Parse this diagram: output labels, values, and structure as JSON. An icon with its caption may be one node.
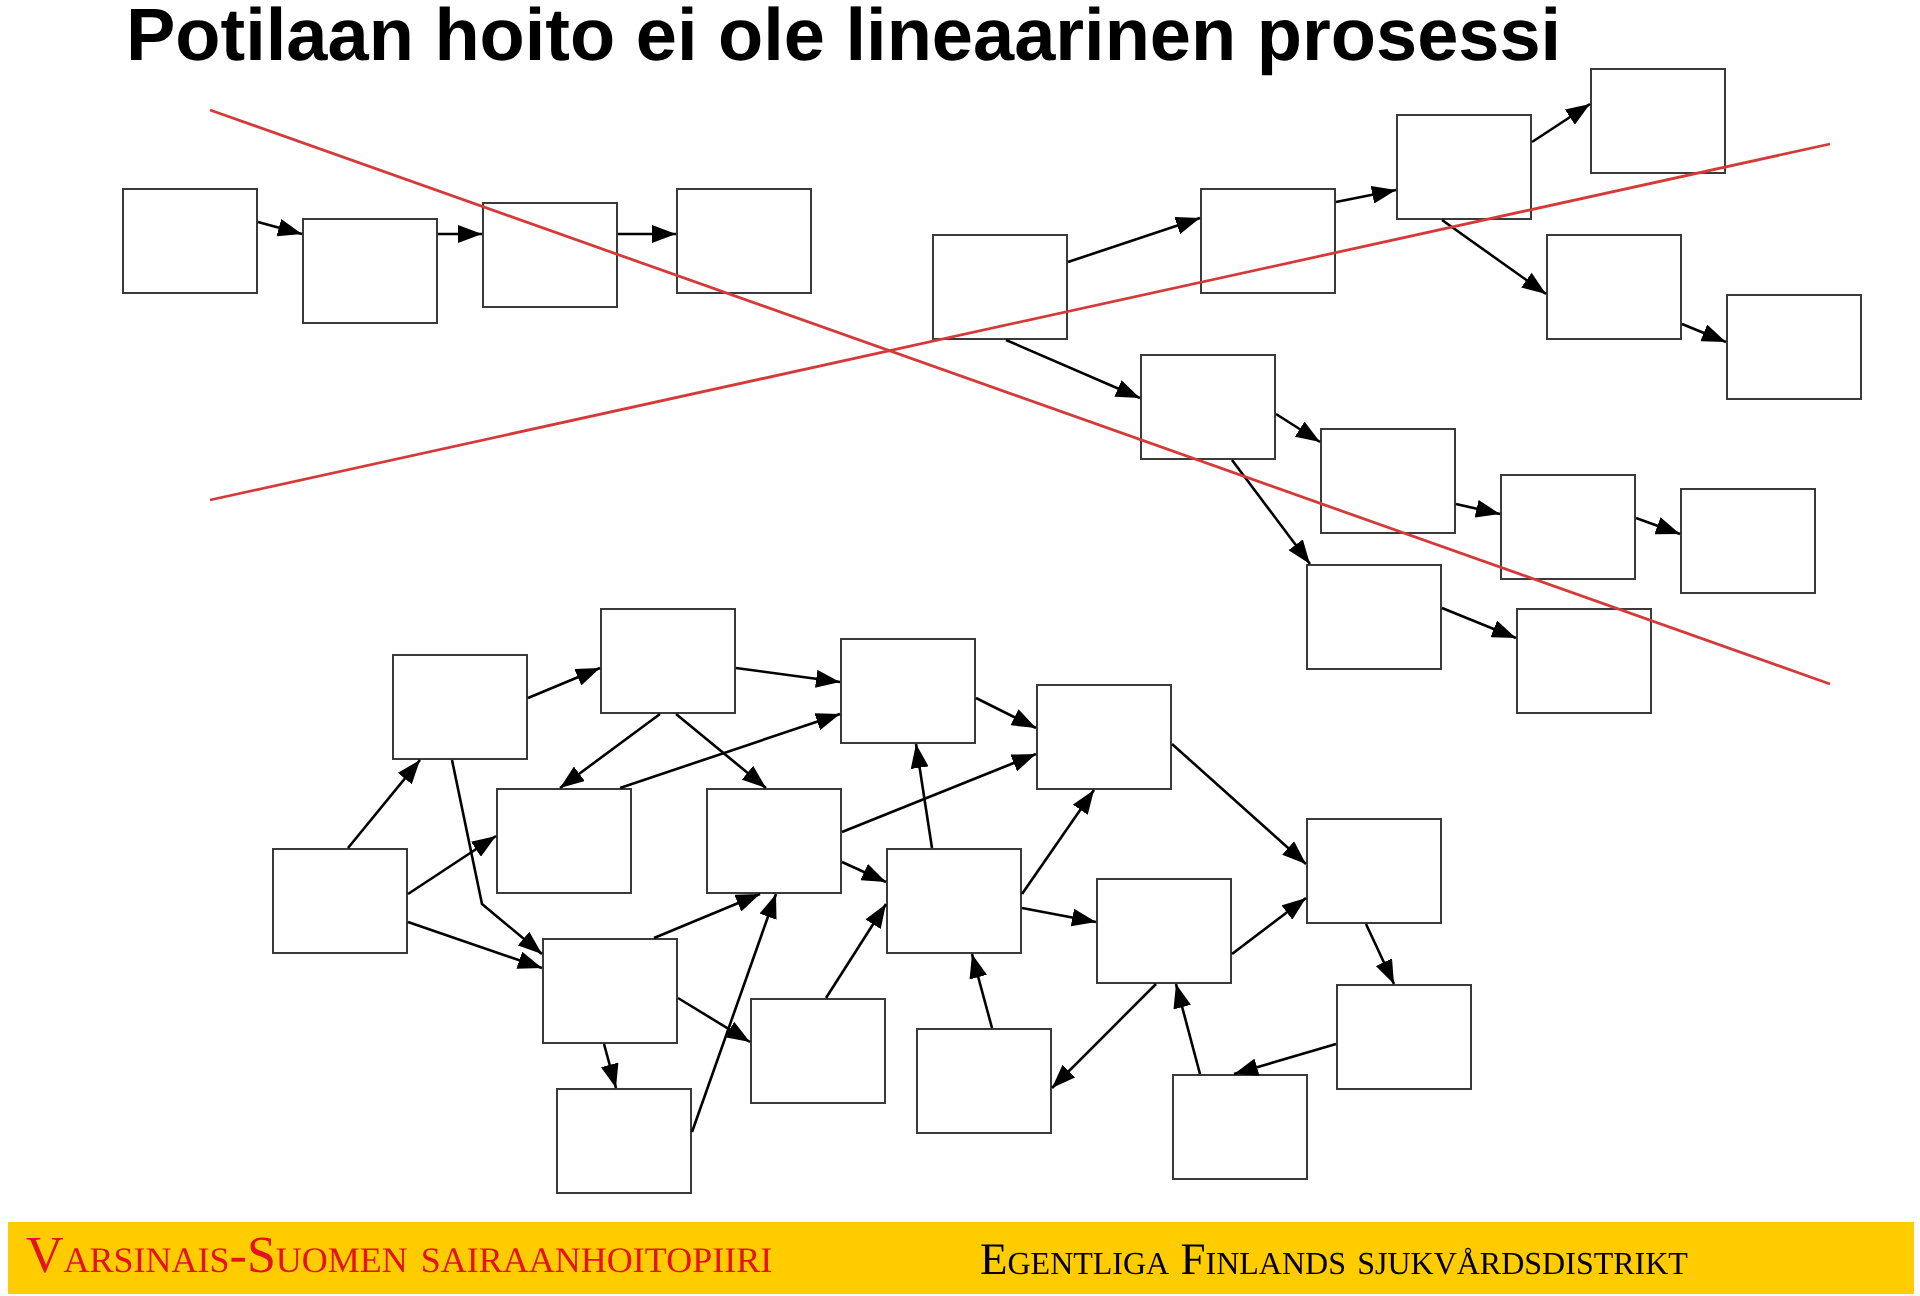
{
  "diagram": {
    "title": "Potilaan hoito ei ole lineaarinen prosessi",
    "nodes": [
      {
        "text": [],
        "shape": "box"
      },
      {
        "text": [],
        "shape": "box"
      },
      {
        "text": [],
        "shape": "box"
      },
      {
        "text": [],
        "shape": "box"
      },
      {
        "text": [],
        "shape": "box"
      },
      {
        "text": [],
        "shape": "box"
      },
      {
        "text": [],
        "shape": "box"
      },
      {
        "text": [],
        "shape": "box"
      },
      {
        "text": [],
        "shape": "box"
      },
      {
        "text": [],
        "shape": "box"
      },
      {
        "text": [],
        "shape": "box"
      },
      {
        "text": [],
        "shape": "box"
      },
      {
        "text": [],
        "shape": "box"
      },
      {
        "text": [],
        "shape": "box"
      },
      {
        "text": [],
        "shape": "box"
      },
      {
        "text": [],
        "shape": "box"
      },
      {
        "text": [],
        "shape": "box"
      },
      {
        "text": [],
        "shape": "box"
      },
      {
        "text": [],
        "shape": "box"
      },
      {
        "text": [],
        "shape": "box"
      },
      {
        "text": [],
        "shape": "box"
      },
      {
        "text": [],
        "shape": "box"
      },
      {
        "text": [],
        "shape": "box"
      },
      {
        "text": [],
        "shape": "box"
      },
      {
        "text": [],
        "shape": "box"
      },
      {
        "text": [],
        "shape": "box"
      },
      {
        "text": [],
        "shape": "box"
      },
      {
        "text": [],
        "shape": "box"
      },
      {
        "text": [],
        "shape": "box"
      },
      {
        "text": [],
        "shape": "box"
      },
      {
        "text": [],
        "shape": "box"
      },
      {
        "text": [],
        "shape": "box"
      }
    ],
    "edges": [
      {
        "from": 0,
        "to": 1,
        "arrow": "to"
      },
      {
        "from": 1,
        "to": 2,
        "arrow": "to"
      },
      {
        "from": 2,
        "to": 3,
        "arrow": "to"
      },
      {
        "from": 4,
        "to": 5,
        "arrow": "to"
      },
      {
        "from": 5,
        "to": 6,
        "arrow": "to"
      },
      {
        "from": 6,
        "to": 7,
        "arrow": "to"
      },
      {
        "from": 6,
        "to": 8,
        "arrow": "to"
      },
      {
        "from": 8,
        "to": 9,
        "arrow": "to"
      },
      {
        "from": 4,
        "to": 10,
        "arrow": "to"
      },
      {
        "from": 10,
        "to": 11,
        "arrow": "to"
      },
      {
        "from": 10,
        "to": 14,
        "arrow": "to"
      },
      {
        "from": 11,
        "to": 12,
        "arrow": "to"
      },
      {
        "from": 12,
        "to": 13,
        "arrow": "to"
      },
      {
        "from": 14,
        "to": 15,
        "arrow": "to"
      },
      {
        "from": 16,
        "to": 17,
        "arrow": "to"
      },
      {
        "from": 16,
        "to": 21,
        "arrow": "to"
      },
      {
        "from": 16,
        "to": 24,
        "arrow": "to"
      },
      {
        "from": 17,
        "to": 18,
        "arrow": "to"
      },
      {
        "from": 17,
        "to": 24,
        "arrow": "to"
      },
      {
        "from": 18,
        "to": 19,
        "arrow": "to"
      },
      {
        "from": 18,
        "to": 21,
        "arrow": "to"
      },
      {
        "from": 18,
        "to": 22,
        "arrow": "to"
      },
      {
        "from": 21,
        "to": 19,
        "arrow": "to"
      },
      {
        "from": 22,
        "to": 20,
        "arrow": "to"
      },
      {
        "from": 22,
        "to": 23,
        "arrow": "to"
      },
      {
        "from": 19,
        "to": 20,
        "arrow": "to"
      },
      {
        "from": 23,
        "to": 19,
        "arrow": "to"
      },
      {
        "from": 24,
        "to": 22,
        "arrow": "to"
      },
      {
        "from": 24,
        "to": 25,
        "arrow": "to"
      },
      {
        "from": 24,
        "to": 27,
        "arrow": "to"
      },
      {
        "from": 27,
        "to": 22,
        "arrow": "to"
      },
      {
        "from": 25,
        "to": 23,
        "arrow": "to"
      },
      {
        "from": 26,
        "to": 23,
        "arrow": "to"
      },
      {
        "from": 23,
        "to": 20,
        "arrow": "to"
      },
      {
        "from": 23,
        "to": 29,
        "arrow": "to"
      },
      {
        "from": 20,
        "to": 28,
        "arrow": "to"
      },
      {
        "from": 29,
        "to": 28,
        "arrow": "to"
      },
      {
        "from": 29,
        "to": 26,
        "arrow": "to"
      },
      {
        "from": 31,
        "to": 29,
        "arrow": "to"
      },
      {
        "from": 28,
        "to": 30,
        "arrow": "to"
      },
      {
        "from": 30,
        "to": 31,
        "arrow": "to"
      }
    ],
    "labels": [
      "Varsinais-Suomen sairaanhoitopiiri",
      "Egentliga Finlands sjukvårdsdistrikt"
    ]
  }
}
